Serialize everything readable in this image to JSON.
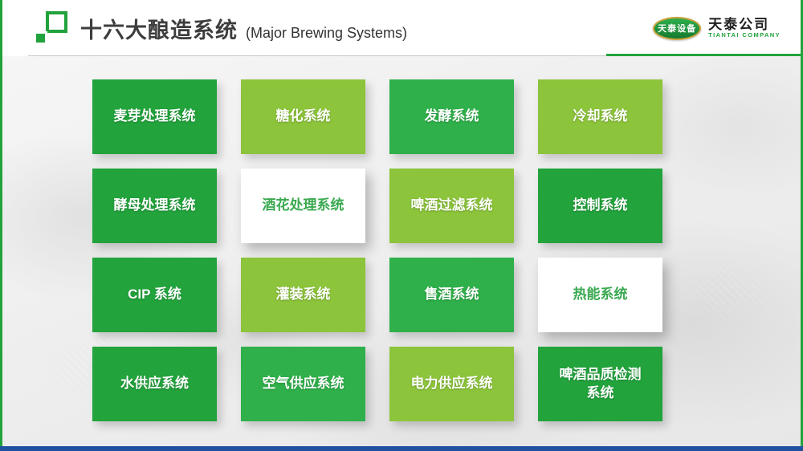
{
  "header": {
    "title": "十六大酿造系统",
    "subtitle": "(Major Brewing Systems)",
    "logo": {
      "badge_text": "天泰设备",
      "company_cn": "天泰公司",
      "company_en": "TIANTAI COMPANY"
    }
  },
  "palette": {
    "dark_green": "#22a33c",
    "medium_green": "#2fb04a",
    "light_green": "#8cc43b",
    "white": "#ffffff",
    "white_tile_text": "#3aa950",
    "accent_green": "#21a33c",
    "accent_blue": "#2150a0",
    "gold": "#c9a13b",
    "title_color": "#3d3d3d"
  },
  "tiles": [
    {
      "label": "麦芽处理系统",
      "variant": "dark"
    },
    {
      "label": "糖化系统",
      "variant": "light"
    },
    {
      "label": "发酵系统",
      "variant": "medium"
    },
    {
      "label": "冷却系统",
      "variant": "light"
    },
    {
      "label": "酵母处理系统",
      "variant": "dark"
    },
    {
      "label": "酒花处理系统",
      "variant": "white"
    },
    {
      "label": "啤酒过滤系统",
      "variant": "light"
    },
    {
      "label": "控制系统",
      "variant": "dark"
    },
    {
      "label": "CIP 系统",
      "variant": "dark"
    },
    {
      "label": "灌装系统",
      "variant": "light"
    },
    {
      "label": "售酒系统",
      "variant": "medium"
    },
    {
      "label": "热能系统",
      "variant": "white"
    },
    {
      "label": "水供应系统",
      "variant": "dark"
    },
    {
      "label": "空气供应系统",
      "variant": "medium"
    },
    {
      "label": "电力供应系统",
      "variant": "light"
    },
    {
      "label": "啤酒品质检测系统",
      "variant": "dark"
    }
  ]
}
